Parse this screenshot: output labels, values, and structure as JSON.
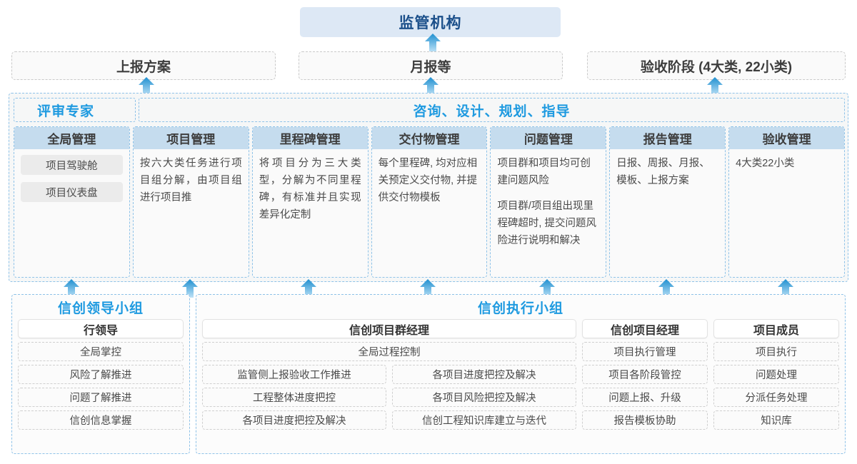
{
  "regulator": {
    "label": "监管机构"
  },
  "reports": [
    {
      "label": "上报方案"
    },
    {
      "label": "月报等"
    },
    {
      "label": "验收阶段 (4大类, 22小类)"
    }
  ],
  "middle": {
    "head_left": "评审专家",
    "head_right": "咨询、设计、规划、指导",
    "columns": [
      {
        "title": "全局管理",
        "pills": [
          "项目驾驶舱",
          "项目仪表盘"
        ],
        "paras": []
      },
      {
        "title": "项目管理",
        "pills": [],
        "paras": [
          "按六大类任务进行项目组分解，由项目组进行项目推"
        ]
      },
      {
        "title": "里程碑管理",
        "pills": [],
        "paras": [
          "将项目分为三大类型，分解为不同里程碑，有标准并且实现差异化定制"
        ]
      },
      {
        "title": "交付物管理",
        "pills": [],
        "paras": [
          "每个里程碑, 均对应相关预定义交付物, 并提供交付物模板"
        ]
      },
      {
        "title": "问题管理",
        "pills": [],
        "paras": [
          "项目群和项目均可创建问题风险",
          "项目群/项目组出现里程碑超时, 提交问题风险进行说明和解决"
        ]
      },
      {
        "title": "报告管理",
        "pills": [],
        "paras": [
          "日报、周报、月报、模板、上报方案"
        ]
      },
      {
        "title": "验收管理",
        "pills": [],
        "paras": [
          "4大类22小类"
        ]
      }
    ]
  },
  "lead_group": {
    "title": "信创领导小组",
    "role": "行领导",
    "tasks": [
      "全局掌控",
      "风险了解推进",
      "问题了解推进",
      "信创信息掌握"
    ]
  },
  "exec_group": {
    "title": "信创执行小组",
    "program_manager": {
      "role": "信创项目群经理",
      "top_task": "全局过程控制",
      "left_tasks": [
        "监管侧上报验收工作推进",
        "工程整体进度把控",
        "各项目进度把控及解决"
      ],
      "right_tasks": [
        "各项目进度把控及解决",
        "各项目风险把控及解决",
        "信创工程知识库建立与迭代"
      ]
    },
    "project_manager": {
      "role": "信创项目经理",
      "tasks": [
        "项目执行管理",
        "项目各阶段管控",
        "问题上报、升级",
        "报告模板协助"
      ]
    },
    "project_member": {
      "role": "项目成员",
      "tasks": [
        "项目执行",
        "问题处理",
        "分派任务处理",
        "知识库"
      ]
    }
  },
  "colors": {
    "accent_blue": "#1e9ae0",
    "title_blue": "#1b4f8a",
    "header_fill": "#c5dcee",
    "regulator_fill": "#dde8f5",
    "arrow_top": "#1e8fd0",
    "arrow_bottom": "#a9d8f2"
  },
  "arrows": {
    "upper_row": [
      205,
      603,
      1001
    ],
    "lower_row": [
      100,
      266,
      432,
      600,
      766,
      933,
      1100
    ]
  }
}
